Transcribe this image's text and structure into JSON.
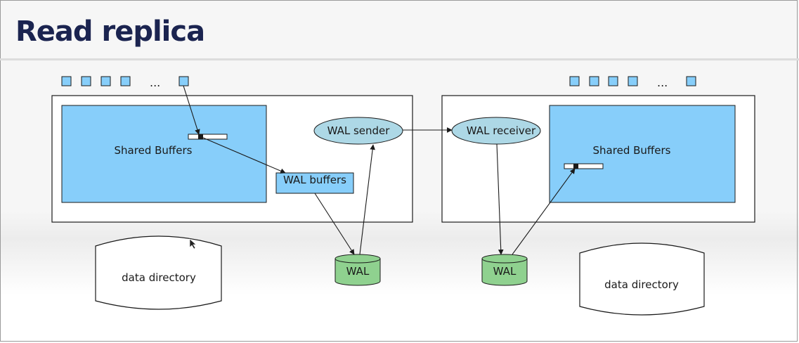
{
  "slide": {
    "title": "Read replica"
  },
  "primary": {
    "ellipsis": "...",
    "shared_buffers": "Shared Buffers",
    "wal_buffers": "WAL buffers",
    "wal_sender": "WAL sender",
    "wal_disk": "WAL",
    "data_directory": "data directory"
  },
  "replica": {
    "ellipsis": "...",
    "shared_buffers": "Shared Buffers",
    "wal_receiver": "WAL receiver",
    "wal_disk": "WAL",
    "data_directory": "data directory"
  },
  "colors": {
    "title": "#1b2450",
    "buffer_fill": "#87cefa",
    "process_fill": "#add8e6",
    "wal_disk_fill": "#8fd18f",
    "outline": "#1a1a1a"
  }
}
